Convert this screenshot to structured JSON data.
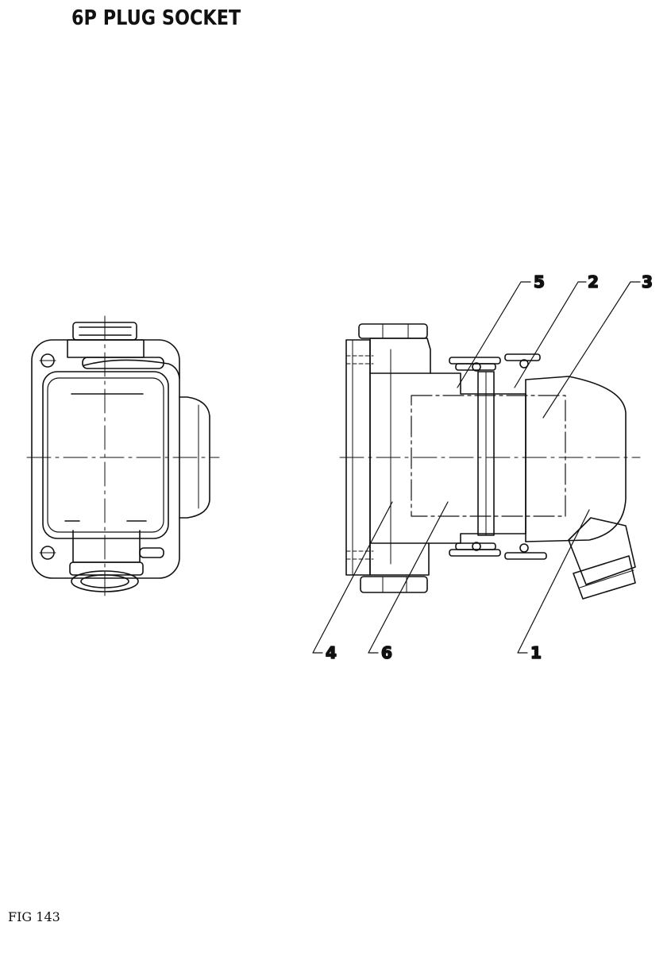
{
  "title": "6P PLUG SOCKET",
  "figure_label": "FIG 143",
  "callouts": [
    {
      "id": "5",
      "label": "5"
    },
    {
      "id": "2",
      "label": "2"
    },
    {
      "id": "3",
      "label": "3"
    },
    {
      "id": "4",
      "label": "4"
    },
    {
      "id": "6",
      "label": "6"
    },
    {
      "id": "1",
      "label": "1"
    }
  ]
}
